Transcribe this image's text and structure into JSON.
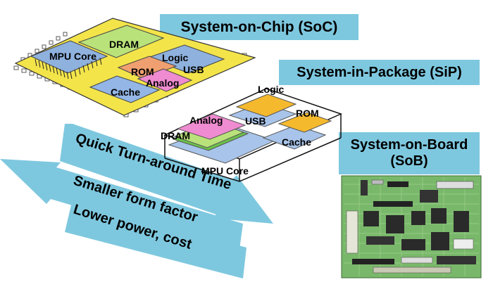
{
  "soc": {
    "title": "System-on-Chip (SoC)",
    "blocks": [
      "DRAM",
      "MPU Core",
      "Logic",
      "USB",
      "ROM",
      "Analog",
      "Cache"
    ]
  },
  "sip": {
    "title": "System-in-Package (SiP)",
    "layers": [
      "Logic",
      "ROM",
      "USB",
      "Analog",
      "DRAM",
      "Cache",
      "MPU Core"
    ]
  },
  "sob": {
    "title_line1": "System-on-Board",
    "title_line2": "(SoB)"
  },
  "arrows": {
    "right_arrow_label": "Quick Turn-around Time",
    "left_arrow_label": "Smaller form factor",
    "bottom_band_label": "Lower power, cost"
  },
  "colors": {
    "title_bg": "#7ec8df",
    "soc_substrate": "#f3e44a",
    "dram": "#b9e27a",
    "mpu": "#8fb1de",
    "rom": "#f0a070",
    "analog": "#ef8bd0",
    "cache": "#93b6e6",
    "logic_sip": "#f5b92e",
    "arrow": "#7ec8df",
    "pcb": "#79b86a"
  }
}
